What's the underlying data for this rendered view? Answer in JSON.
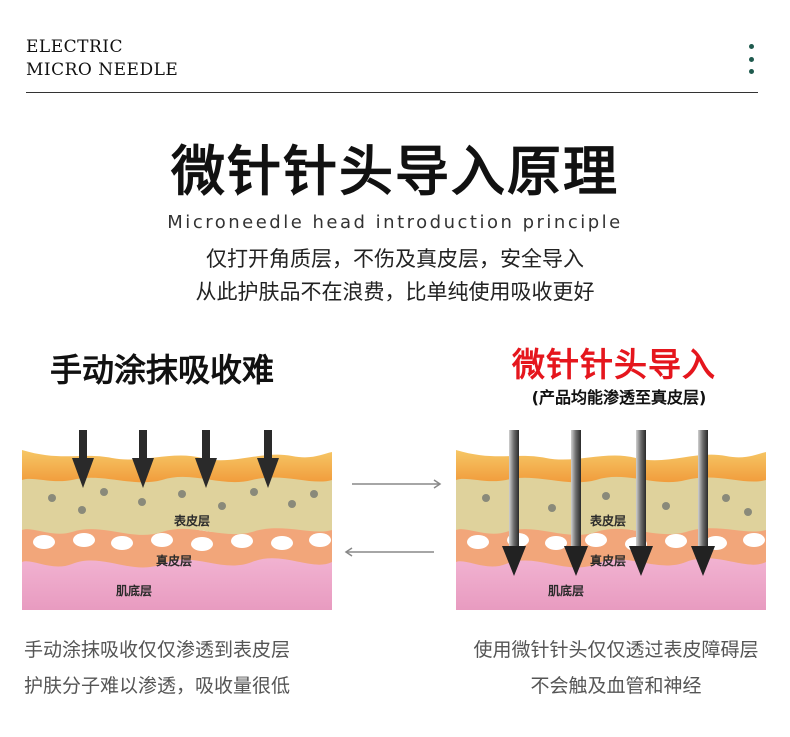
{
  "brand": {
    "line1": "ELECTRIC",
    "line2": "MICRO NEEDLE"
  },
  "header": {
    "menu_icon": "vertical-dots-icon",
    "accent_color": "#1f5a4e"
  },
  "hero": {
    "title": "微针针头导入原理",
    "subtitle_en": "Microneedle head introduction principle",
    "desc_line1": "仅打开角质层，不伤及真皮层，安全导入",
    "desc_line2": "从此护肤品不在浪费，比单纯使用吸收更好"
  },
  "left": {
    "title": "手动涂抹吸收难",
    "layer_epidermis": "表皮层",
    "layer_dermis": "真皮层",
    "layer_muscle": "肌底层",
    "caption_line1": "手动涂抹吸收仅仅渗透到表皮层",
    "caption_line2": "护肤分子难以渗透，吸收量很低"
  },
  "right": {
    "title": "微针针头导入",
    "title_color": "#e5161d",
    "subtitle": "(产品均能渗透至真皮层)",
    "layer_epidermis": "表皮层",
    "layer_dermis": "真皮层",
    "layer_muscle": "肌底层",
    "caption_line1": "使用微针针头仅仅透过表皮障碍层",
    "caption_line2": "不会触及血管和神经"
  }
}
